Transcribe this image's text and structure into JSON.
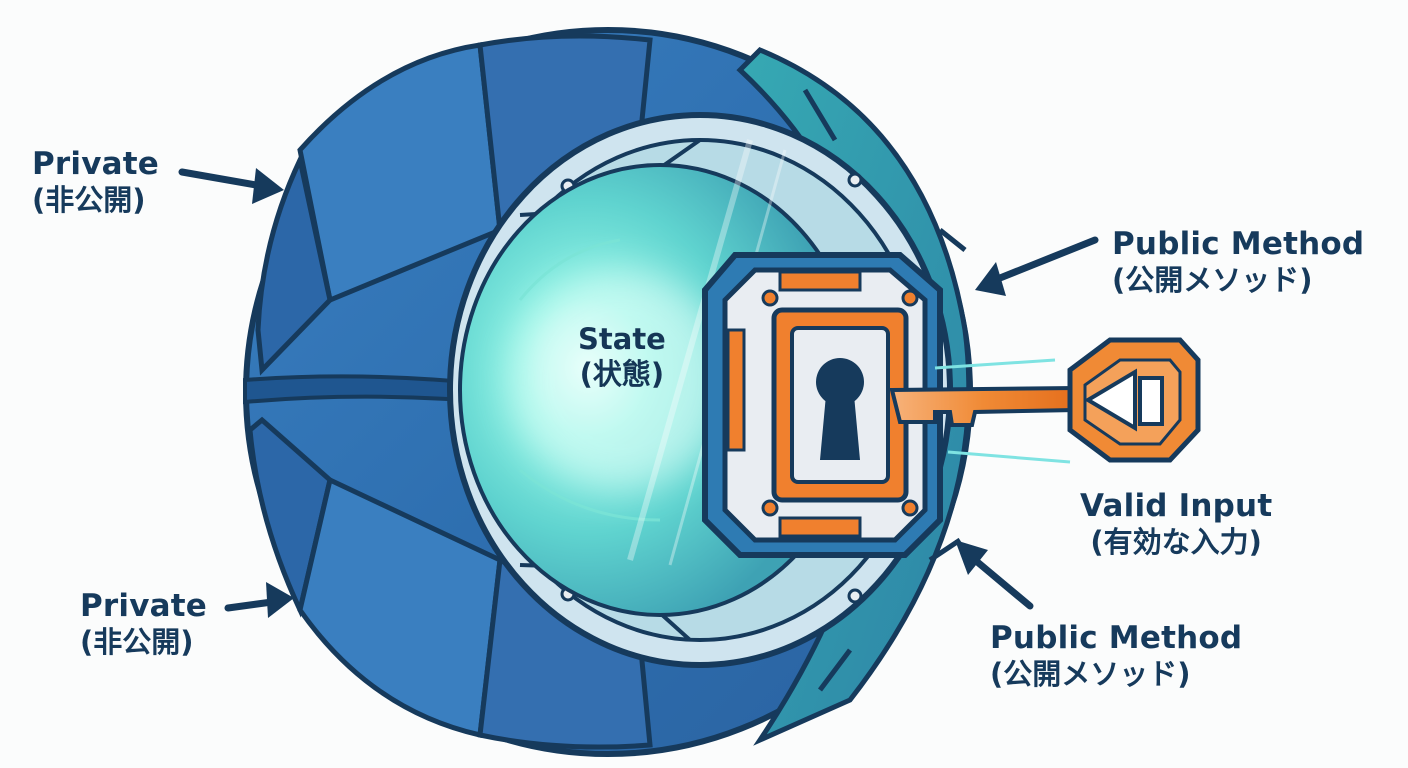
{
  "labels": {
    "private_top": {
      "line1": "Private",
      "line2": "(非公開)"
    },
    "private_bottom": {
      "line1": "Private",
      "line2": "(非公開)"
    },
    "public_top": {
      "line1": "Public Method",
      "line2": "(公開メソッド)"
    },
    "public_bottom": {
      "line1": "Public Method",
      "line2": "(公開メソッド)"
    },
    "valid_input": {
      "line1": "Valid Input",
      "line2": "(有効な入力)"
    },
    "state": {
      "line1": "State",
      "line2": "(状態)"
    }
  },
  "colors": {
    "outline": "#163a5c",
    "shell_blue": "#2f6fae",
    "shell_teal": "#2e9aa8",
    "glass": "#bfe6ea",
    "core_glow": "#7ff5e8",
    "lock_plate": "#e9edf2",
    "lock_accent": "#f0802e",
    "key": "#f08a35",
    "label_text": "#163a5c"
  },
  "icons": {
    "lock": "keyhole-lock-icon",
    "key": "key-icon",
    "capsule": "capsule-shell-icon"
  }
}
